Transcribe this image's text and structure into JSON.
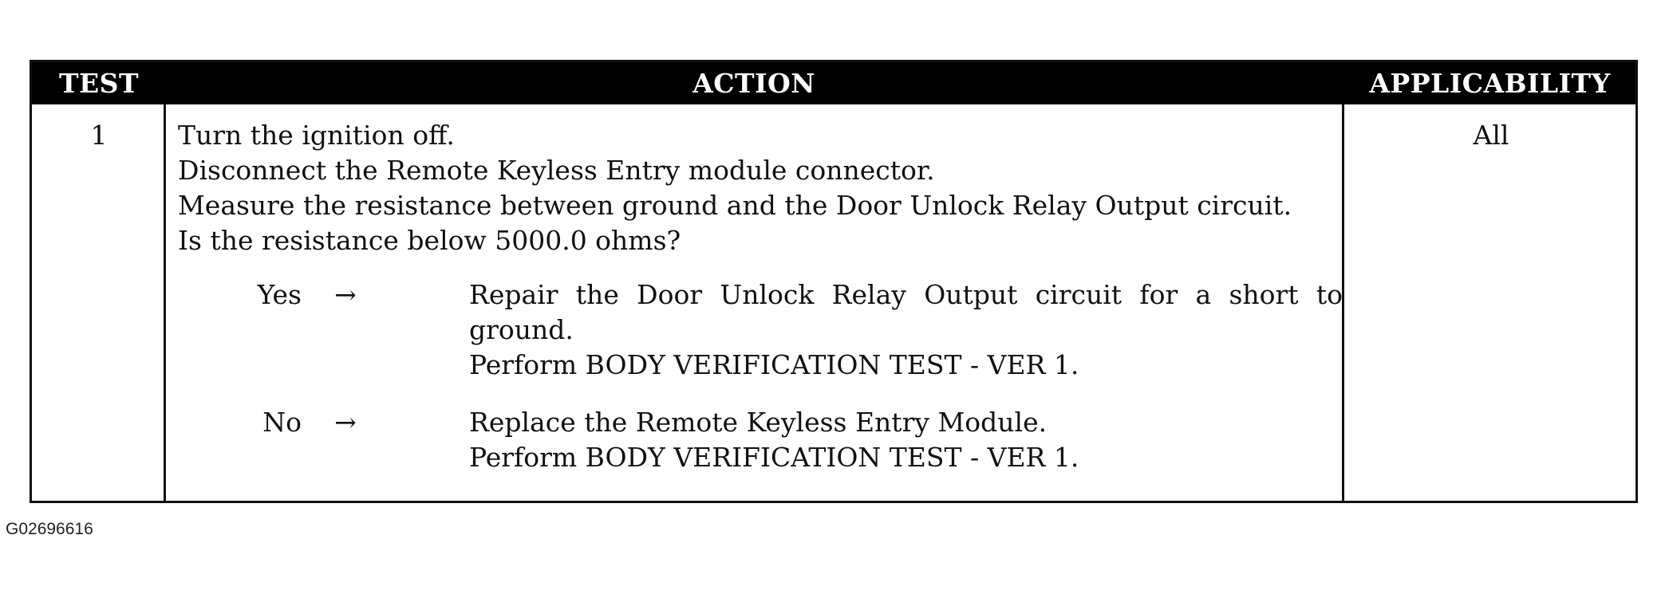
{
  "table": {
    "headers": {
      "test": "TEST",
      "action": "ACTION",
      "applicability": "APPLICABILITY"
    },
    "row": {
      "test_number": "1",
      "applicability": "All",
      "steps": [
        "Turn the ignition off.",
        "Disconnect the Remote Keyless Entry module connector.",
        "Measure the resistance between ground and the Door Unlock Relay Output circuit.",
        "Is the resistance below 5000.0 ohms?"
      ],
      "yes": {
        "label": "Yes",
        "arrow": "→",
        "line1": "Repair the Door Unlock Relay Output circuit for a short to",
        "line2": "ground.",
        "line3": "Perform BODY VERIFICATION TEST - VER 1."
      },
      "no": {
        "label": "No",
        "arrow": "→",
        "line1": "Replace the Remote Keyless Entry Module.",
        "line2": "Perform BODY VERIFICATION TEST - VER 1."
      }
    }
  },
  "caption": "G02696616"
}
